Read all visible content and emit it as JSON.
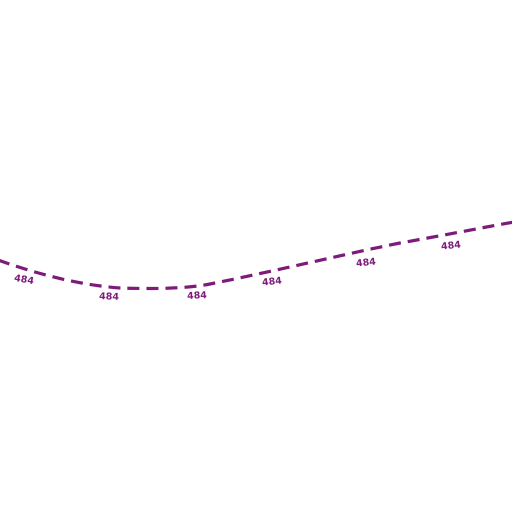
{
  "map": {
    "road": {
      "ref": "484",
      "color": "#7d1a7a",
      "style": "dashed",
      "labels": [
        "484",
        "484",
        "484",
        "484",
        "484",
        "484"
      ]
    }
  }
}
